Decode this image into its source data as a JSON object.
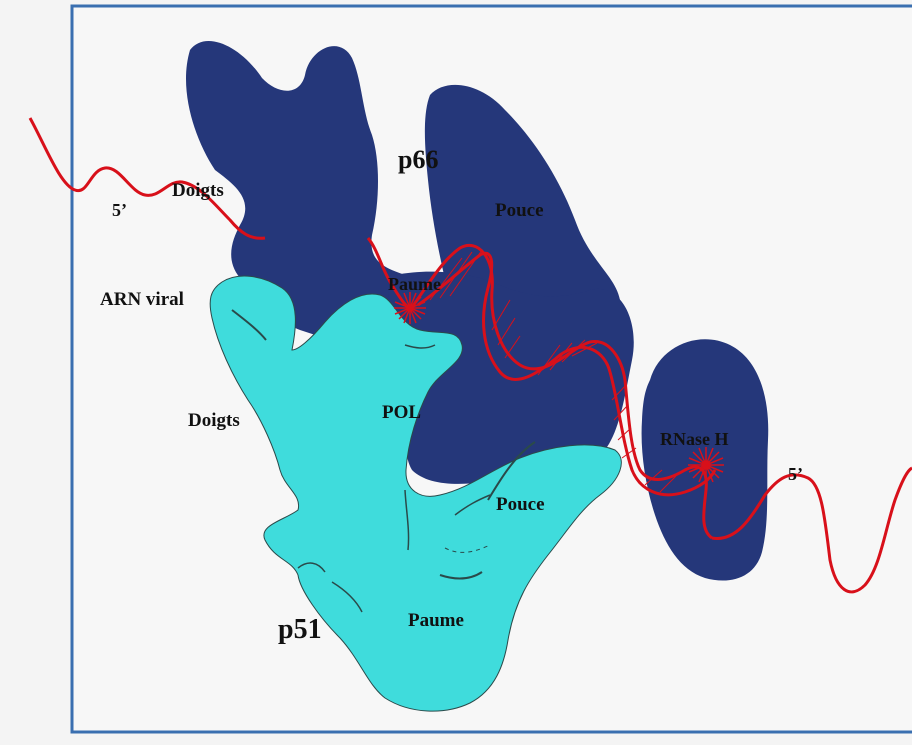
{
  "colors": {
    "background": "#f4f4f4",
    "frame_border": "#3a6fb0",
    "p66_subunit": "#25377a",
    "p51_subunit": "#3fdcdc",
    "rna_strand": "#d8101a",
    "outline": "#2a4a4a"
  },
  "labels": {
    "p66": "p66",
    "p51": "p51",
    "fingers_p66": "Doigts",
    "thumb_p66": "Pouce",
    "palm_p66": "Paume",
    "fingers_p51": "Doigts",
    "pol": "POL",
    "thumb_p51": "Pouce",
    "palm_p51": "Paume",
    "rnase_h": "RNase H",
    "viral_rna": "ARN viral",
    "five_prime_left": "5’",
    "five_prime_right": "5’"
  },
  "icons": {
    "polymerase_site": "starburst-icon",
    "rnase_site": "starburst-icon"
  }
}
